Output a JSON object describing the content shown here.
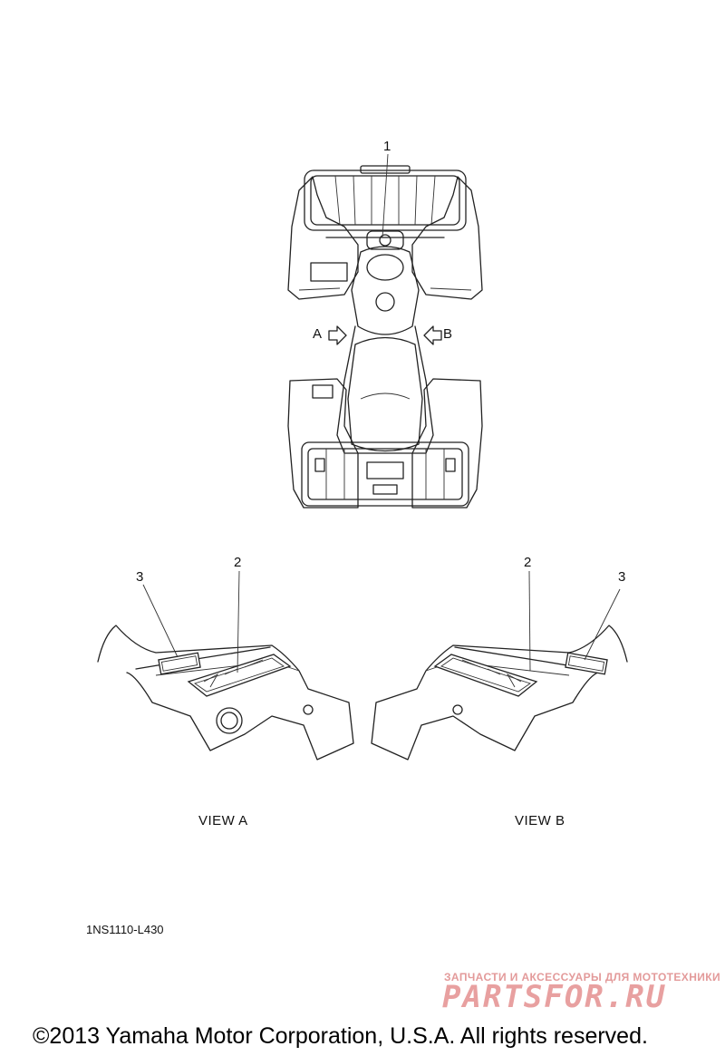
{
  "callouts": {
    "top_1": "1",
    "view_a_2": "2",
    "view_a_3": "3",
    "view_b_2": "2",
    "view_b_3": "3"
  },
  "arrows": {
    "a": "A",
    "b": "B"
  },
  "views": {
    "a": "VIEW A",
    "b": "VIEW B"
  },
  "diagram_code": "1NS1110-L430",
  "watermark": {
    "tagline": "ЗАПЧАСТИ И АКСЕССУАРЫ ДЛЯ МОТОТЕХНИКИ",
    "brand": "PARTSFOR.RU"
  },
  "copyright": "©2013 Yamaha Motor Corporation, U.S.A. All rights reserved."
}
